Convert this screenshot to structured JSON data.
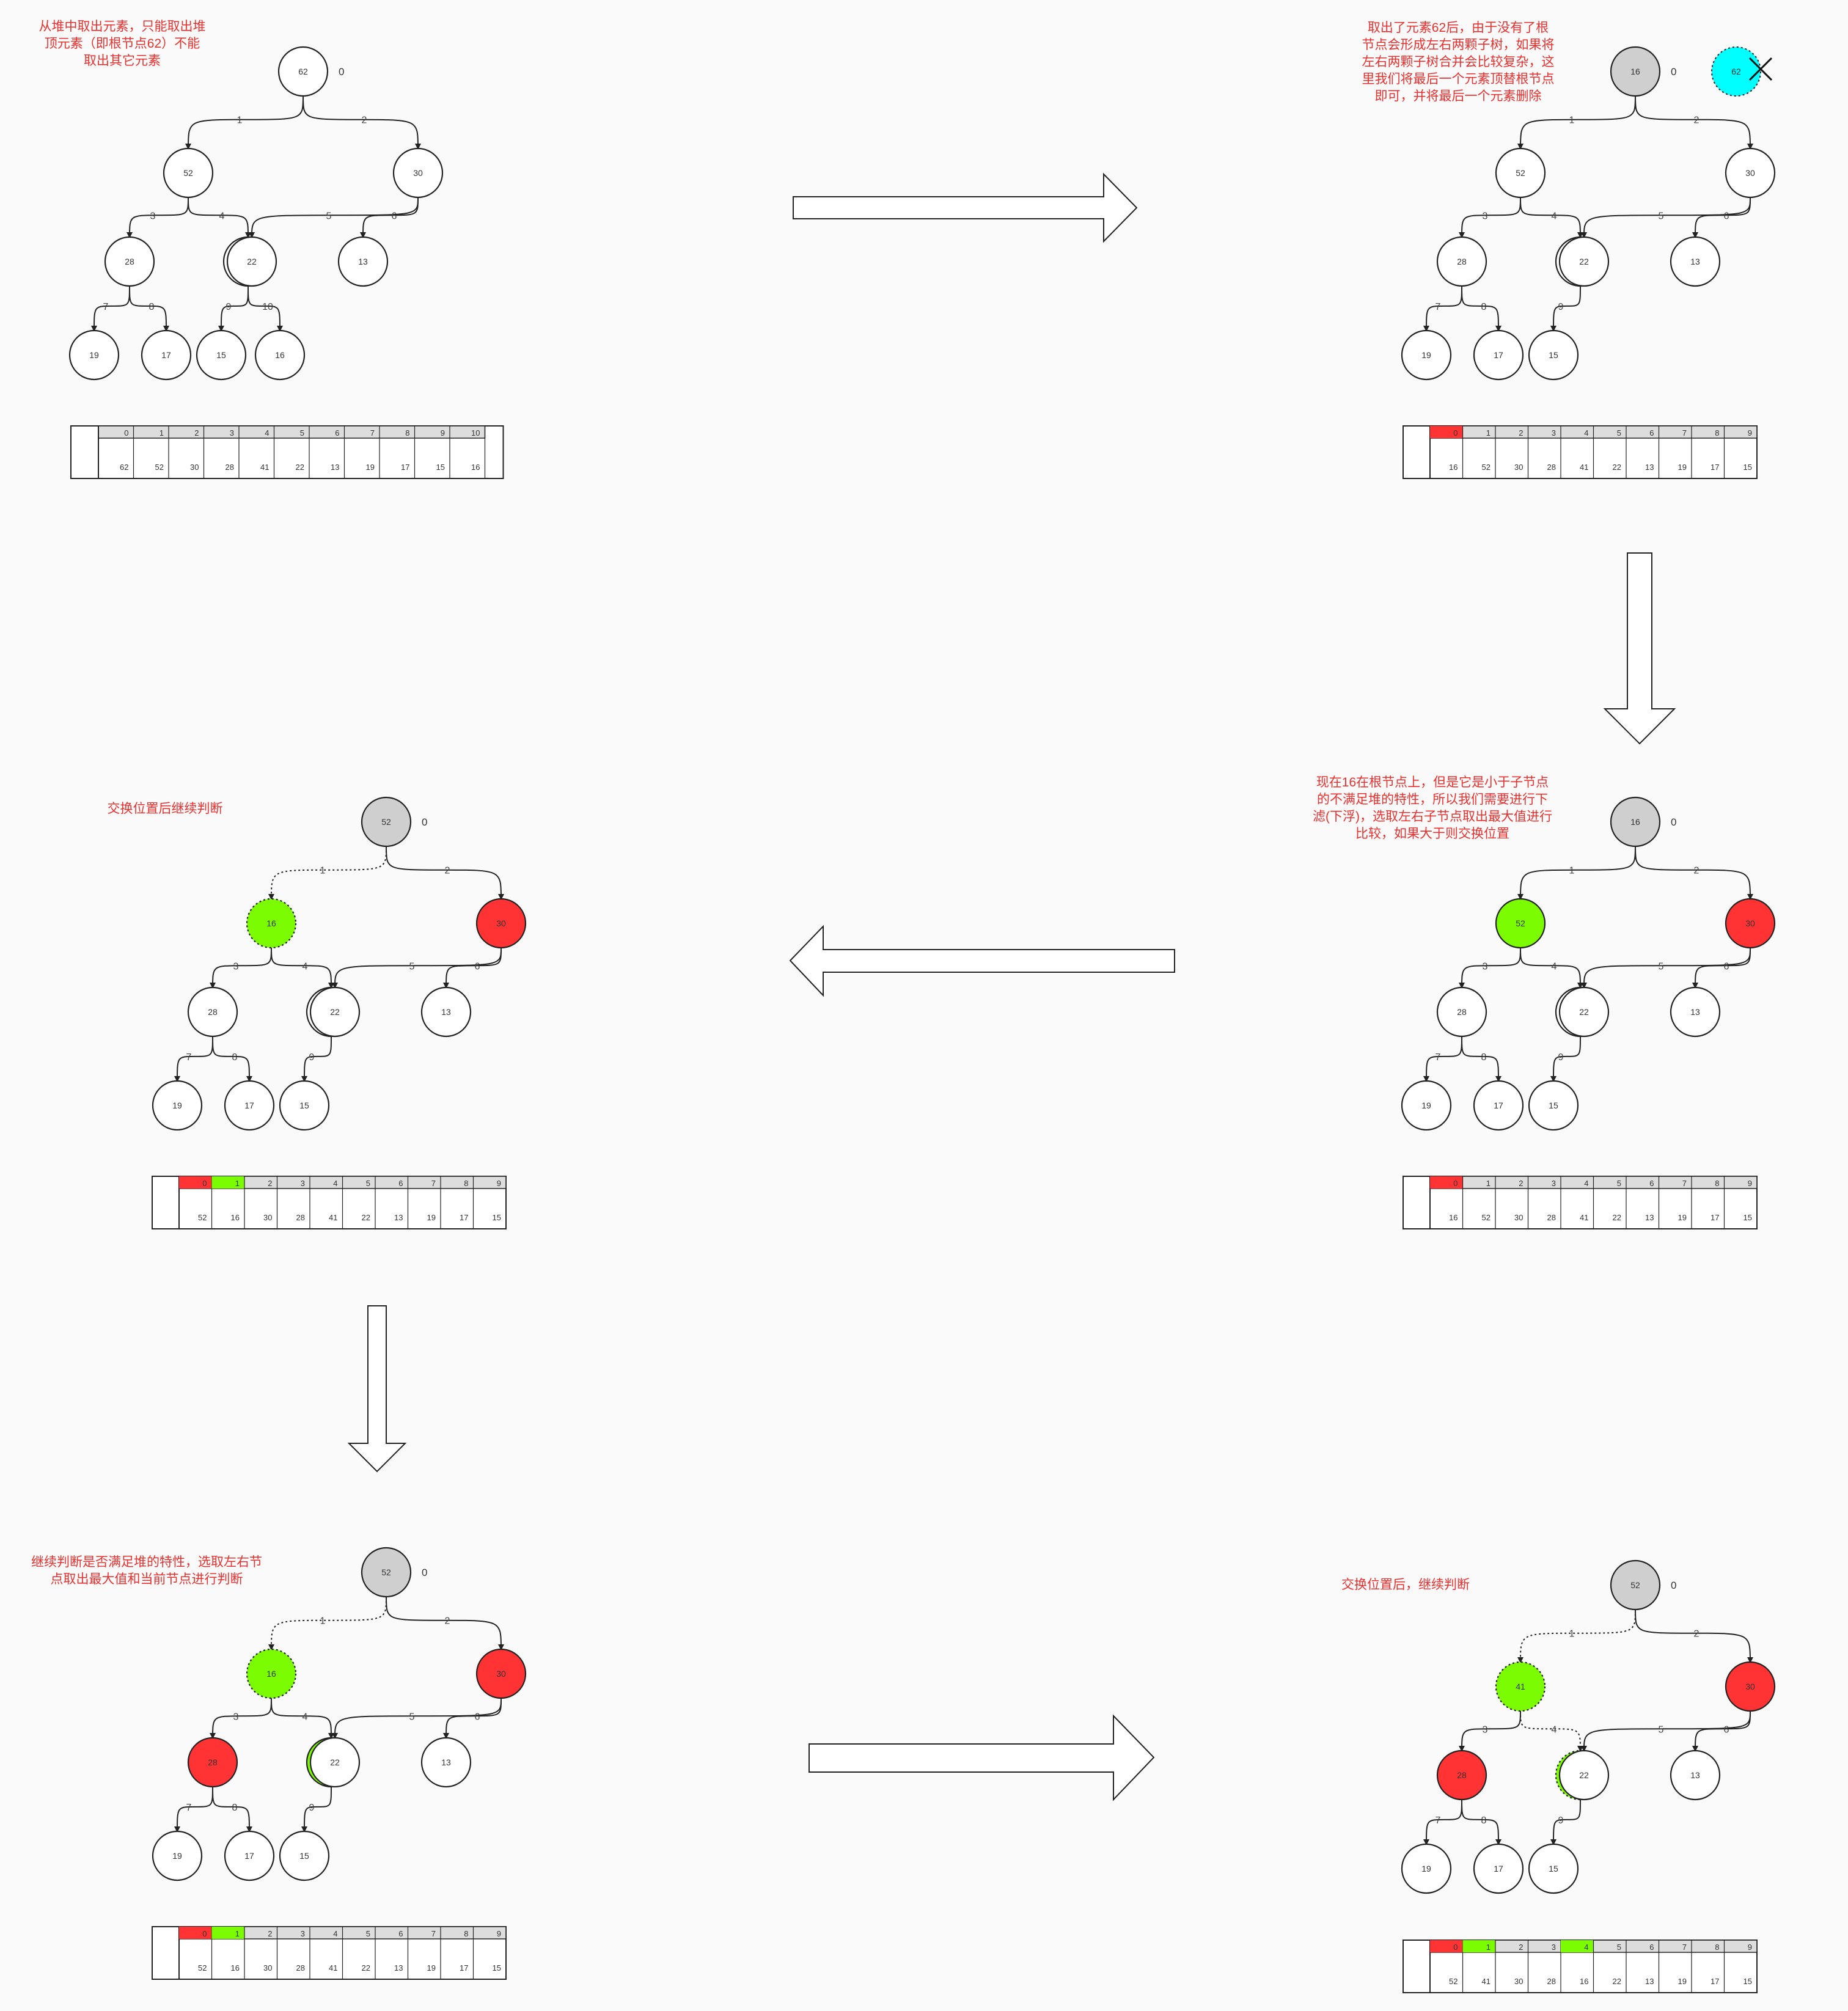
{
  "colors": {
    "white": "#ffffff",
    "gray": "#cfcfcf",
    "green": "#7cfc00",
    "red": "#ff3333",
    "cyan": "#00ffff",
    "note_text": "#e8312f",
    "header_gray": "#dddddd"
  },
  "notes": {
    "panel1": "从堆中取出元素，只能取出堆\n顶元素（即根节点62）不能\n取出其它元素",
    "panel2": "取出了元素62后，由于没有了根\n节点会形成左右两颗子树，如果将\n左右两颗子树合并会比较复杂，这\n里我们将最后一个元素顶替根节点\n即可，并将最后一个元素删除",
    "panel3": "现在16在根节点上，但是它是小于子节点\n的不满足堆的特性，所以我们需要进行下\n滤(下浮)，选取左右子节点取出最大值进行\n比较，如果大于则交换位置",
    "panel4": "交换位置后继续判断",
    "panel5": "继续判断是否满足堆的特性，选取左右节\n点取出最大值和当前节点进行判断",
    "panel6": "交换位置后，继续判断"
  },
  "panels": [
    {
      "id": "p1",
      "root_index_label": "0",
      "nodes": [
        "62",
        "52",
        "30",
        "28",
        "41",
        "22",
        "13",
        "19",
        "17",
        "15",
        "16"
      ],
      "fills": [
        "white",
        "white",
        "white",
        "white",
        "white",
        "white",
        "white",
        "white",
        "white",
        "white",
        "white"
      ],
      "dashed_nodes": [],
      "dotted_edges": [],
      "removed": null,
      "array": {
        "indices": [
          "0",
          "1",
          "2",
          "3",
          "4",
          "5",
          "6",
          "7",
          "8",
          "9",
          "10"
        ],
        "values": [
          "62",
          "52",
          "30",
          "28",
          "41",
          "22",
          "13",
          "19",
          "17",
          "15",
          "16"
        ],
        "highlights": []
      }
    },
    {
      "id": "p2",
      "root_index_label": "0",
      "nodes": [
        "16",
        "52",
        "30",
        "28",
        "41",
        "22",
        "13",
        "19",
        "17",
        "15"
      ],
      "fills": [
        "gray",
        "white",
        "white",
        "white",
        "white",
        "white",
        "white",
        "white",
        "white",
        "white"
      ],
      "dashed_nodes": [],
      "dotted_edges": [],
      "removed": {
        "value": "62",
        "color": "cyan"
      },
      "array": {
        "indices": [
          "0",
          "1",
          "2",
          "3",
          "4",
          "5",
          "6",
          "7",
          "8",
          "9"
        ],
        "values": [
          "16",
          "52",
          "30",
          "28",
          "41",
          "22",
          "13",
          "19",
          "17",
          "15"
        ],
        "highlights": [
          {
            "index": 0,
            "color": "red"
          }
        ]
      }
    },
    {
      "id": "p3",
      "root_index_label": "0",
      "nodes": [
        "16",
        "52",
        "30",
        "28",
        "41",
        "22",
        "13",
        "19",
        "17",
        "15"
      ],
      "fills": [
        "gray",
        "green",
        "red",
        "white",
        "white",
        "white",
        "white",
        "white",
        "white",
        "white"
      ],
      "dashed_nodes": [],
      "dotted_edges": [],
      "removed": null,
      "array": {
        "indices": [
          "0",
          "1",
          "2",
          "3",
          "4",
          "5",
          "6",
          "7",
          "8",
          "9"
        ],
        "values": [
          "16",
          "52",
          "30",
          "28",
          "41",
          "22",
          "13",
          "19",
          "17",
          "15"
        ],
        "highlights": [
          {
            "index": 0,
            "color": "red"
          }
        ]
      }
    },
    {
      "id": "p4",
      "root_index_label": "0",
      "nodes": [
        "52",
        "16",
        "30",
        "28",
        "41",
        "22",
        "13",
        "19",
        "17",
        "15"
      ],
      "fills": [
        "gray",
        "green",
        "red",
        "white",
        "white",
        "white",
        "white",
        "white",
        "white",
        "white"
      ],
      "dashed_nodes": [
        1
      ],
      "dotted_edges": [
        1
      ],
      "removed": null,
      "array": {
        "indices": [
          "0",
          "1",
          "2",
          "3",
          "4",
          "5",
          "6",
          "7",
          "8",
          "9"
        ],
        "values": [
          "52",
          "16",
          "30",
          "28",
          "41",
          "22",
          "13",
          "19",
          "17",
          "15"
        ],
        "highlights": [
          {
            "index": 0,
            "color": "red"
          },
          {
            "index": 1,
            "color": "green"
          }
        ]
      }
    },
    {
      "id": "p5",
      "root_index_label": "0",
      "nodes": [
        "52",
        "16",
        "30",
        "28",
        "41",
        "22",
        "13",
        "19",
        "17",
        "15"
      ],
      "fills": [
        "gray",
        "green",
        "red",
        "red",
        "green",
        "white",
        "white",
        "white",
        "white",
        "white"
      ],
      "dashed_nodes": [
        1
      ],
      "dotted_edges": [
        1
      ],
      "removed": null,
      "array": {
        "indices": [
          "0",
          "1",
          "2",
          "3",
          "4",
          "5",
          "6",
          "7",
          "8",
          "9"
        ],
        "values": [
          "52",
          "16",
          "30",
          "28",
          "41",
          "22",
          "13",
          "19",
          "17",
          "15"
        ],
        "highlights": [
          {
            "index": 0,
            "color": "red"
          },
          {
            "index": 1,
            "color": "green"
          }
        ]
      }
    },
    {
      "id": "p6",
      "root_index_label": "0",
      "nodes": [
        "52",
        "41",
        "30",
        "28",
        "16",
        "22",
        "13",
        "19",
        "17",
        "15"
      ],
      "fills": [
        "gray",
        "green",
        "red",
        "red",
        "green",
        "white",
        "white",
        "white",
        "white",
        "white"
      ],
      "dashed_nodes": [
        1,
        4
      ],
      "dotted_edges": [
        1,
        4
      ],
      "removed": null,
      "array": {
        "indices": [
          "0",
          "1",
          "2",
          "3",
          "4",
          "5",
          "6",
          "7",
          "8",
          "9"
        ],
        "values": [
          "52",
          "41",
          "30",
          "28",
          "16",
          "22",
          "13",
          "19",
          "17",
          "15"
        ],
        "highlights": [
          {
            "index": 0,
            "color": "red"
          },
          {
            "index": 1,
            "color": "green"
          },
          {
            "index": 4,
            "color": "green"
          }
        ]
      }
    }
  ]
}
